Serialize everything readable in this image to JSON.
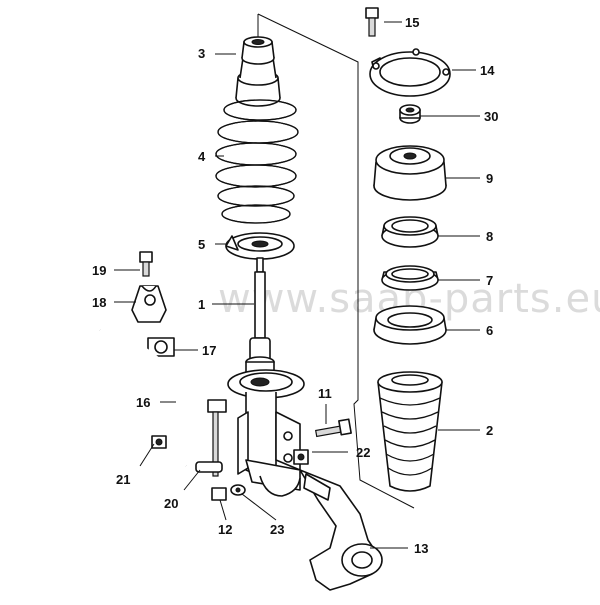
{
  "watermark": "www.saab-parts.eu",
  "callouts": [
    {
      "id": "c1",
      "label": "1"
    },
    {
      "id": "c2",
      "label": "2"
    },
    {
      "id": "c3",
      "label": "3"
    },
    {
      "id": "c4",
      "label": "4"
    },
    {
      "id": "c5",
      "label": "5"
    },
    {
      "id": "c6",
      "label": "6"
    },
    {
      "id": "c7",
      "label": "7"
    },
    {
      "id": "c8",
      "label": "8"
    },
    {
      "id": "c9",
      "label": "9"
    },
    {
      "id": "c11",
      "label": "11"
    },
    {
      "id": "c12",
      "label": "12"
    },
    {
      "id": "c13",
      "label": "13"
    },
    {
      "id": "c14",
      "label": "14"
    },
    {
      "id": "c15",
      "label": "15"
    },
    {
      "id": "c16",
      "label": "16"
    },
    {
      "id": "c17",
      "label": "17"
    },
    {
      "id": "c18",
      "label": "18"
    },
    {
      "id": "c19",
      "label": "19"
    },
    {
      "id": "c20",
      "label": "20"
    },
    {
      "id": "c21",
      "label": "21"
    },
    {
      "id": "c22",
      "label": "22"
    },
    {
      "id": "c23",
      "label": "23"
    },
    {
      "id": "c30",
      "label": "30"
    }
  ]
}
